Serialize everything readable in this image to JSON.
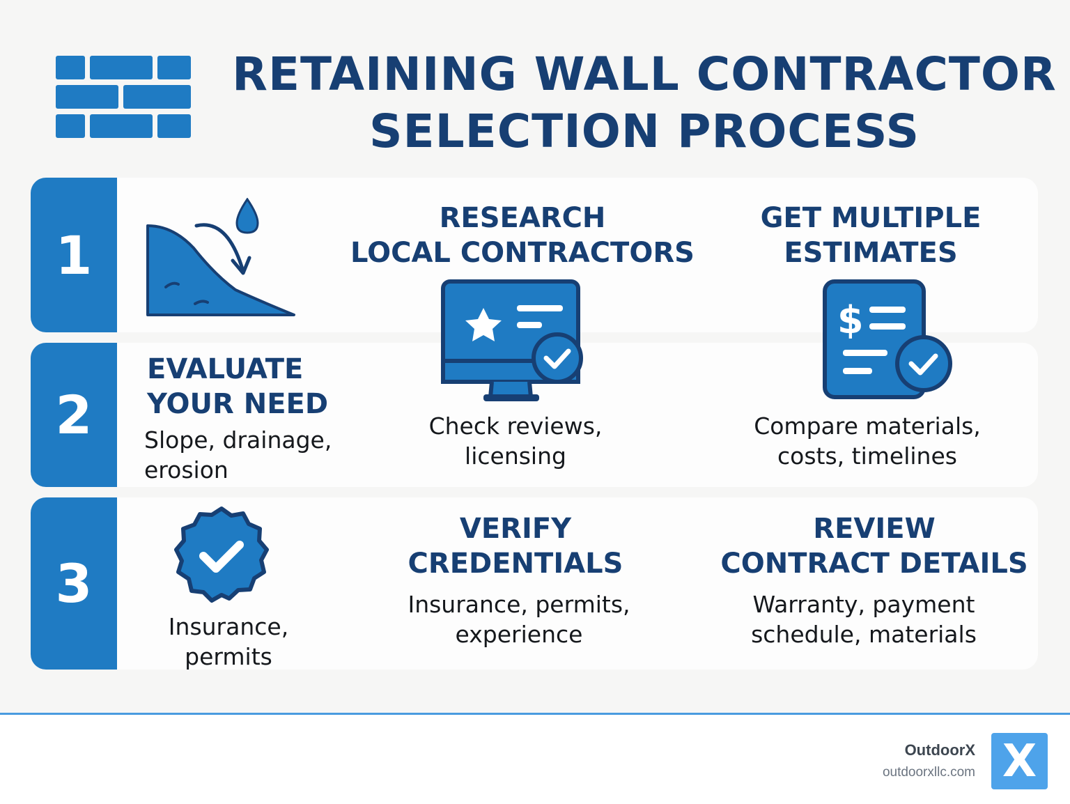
{
  "title": {
    "line1": "RETAINING WALL CONTRACTOR",
    "line2": "SELECTION PROCESS"
  },
  "steps": [
    {
      "number": "1"
    },
    {
      "number": "2",
      "heading": [
        "EVALUATE",
        "YOUR NEED"
      ],
      "description": [
        "Slope, drainage,",
        "erosion"
      ]
    },
    {
      "number": "3",
      "description": [
        "Insurance,",
        "permits"
      ]
    }
  ],
  "research": {
    "heading": [
      "RESEARCH",
      "LOCAL CONTRACTORS"
    ],
    "description": [
      "Check reviews,",
      "licensing"
    ]
  },
  "estimates": {
    "heading": [
      "GET MULTIPLE",
      "ESTIMATES"
    ],
    "description": [
      "Compare materials,",
      "costs, timelines"
    ]
  },
  "verify": {
    "heading": [
      "VERIFY",
      "CREDENTIALS"
    ],
    "description": [
      "Insurance, permits,",
      "experience"
    ]
  },
  "review": {
    "heading": [
      "REVIEW",
      "CONTRACT DETAILS"
    ],
    "description": [
      "Warranty, payment",
      "schedule, materials"
    ]
  },
  "icons": {
    "header": "brick-wall-icon",
    "step1": "slope-drainage-icon",
    "research": "monitor-review-icon",
    "estimates": "estimate-document-icon",
    "verify": "badge-check-icon"
  },
  "footer": {
    "brand": "OutdoorX",
    "url": "outdoorxllc.com",
    "logo_letter": "X"
  },
  "colors": {
    "primary_blue": "#1f7bc3",
    "dark_navy": "#173f73",
    "logo_blue": "#4ea3ea",
    "background": "#f6f6f5"
  }
}
